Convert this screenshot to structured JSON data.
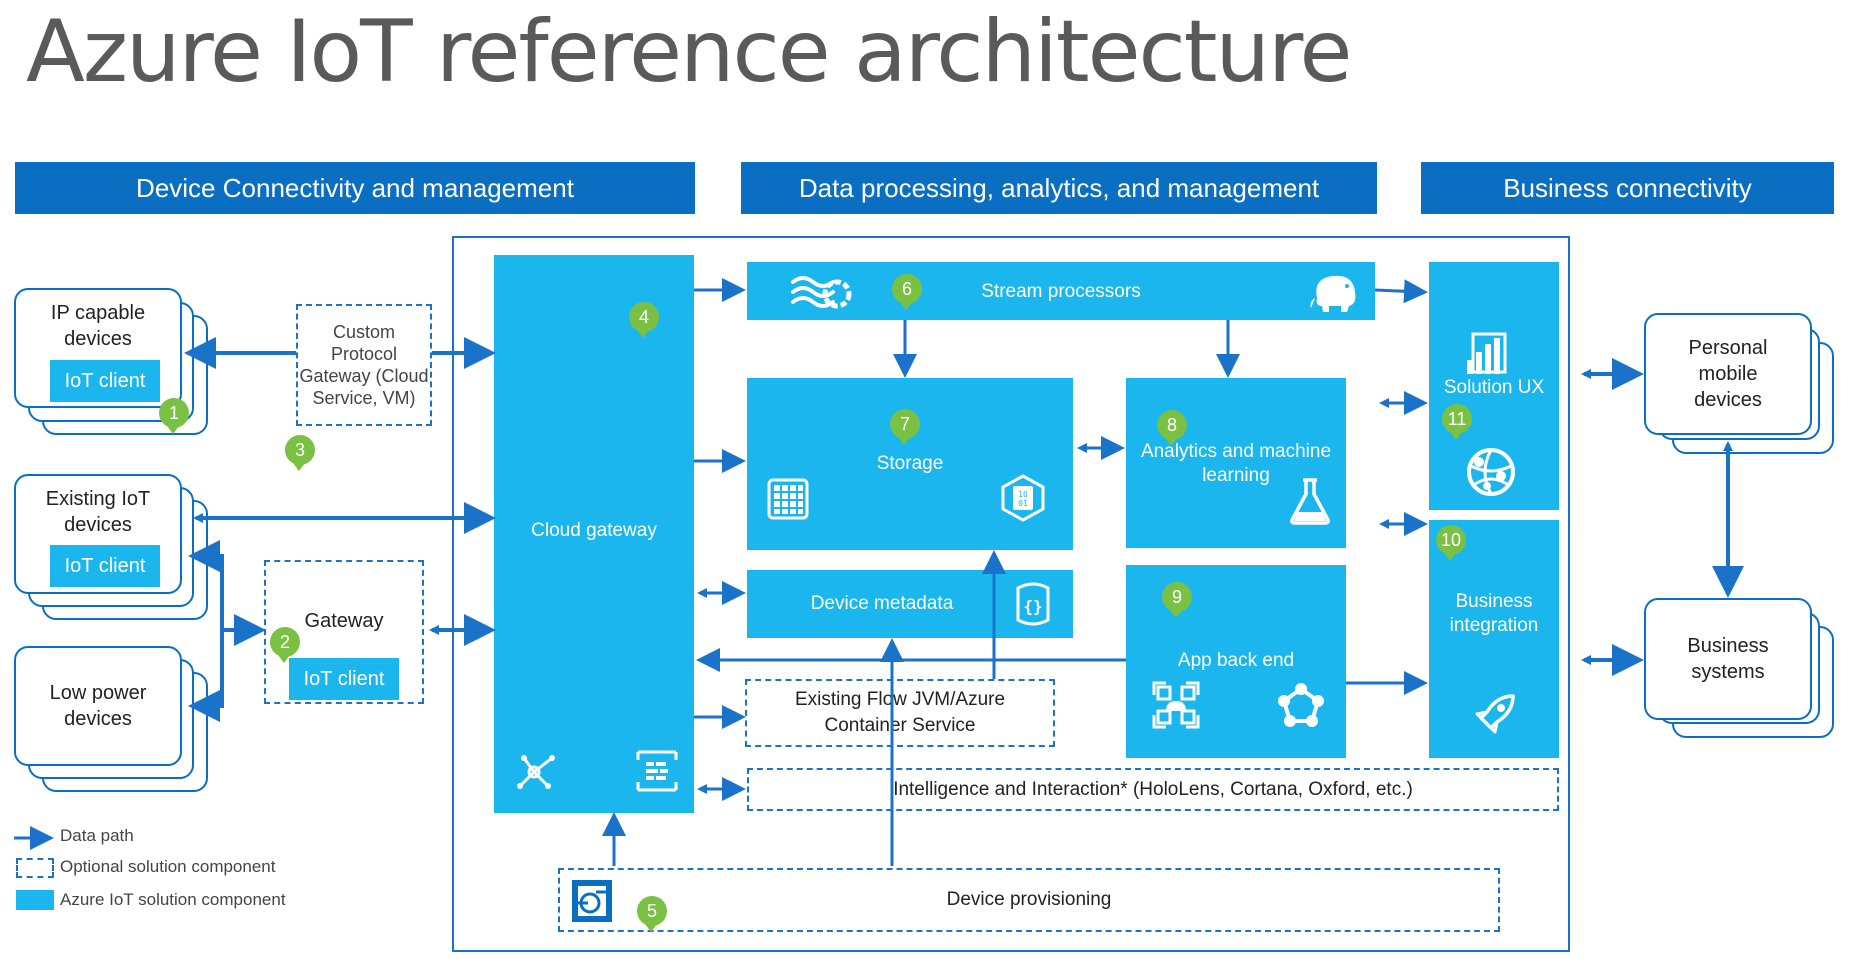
{
  "title": "Azure IoT reference architecture",
  "headers": {
    "device": "Device Connectivity and management",
    "data": "Data processing, analytics, and management",
    "business": "Business connectivity"
  },
  "devices": {
    "ip_capable": "IP capable devices",
    "existing_iot": "Existing IoT devices",
    "low_power": "Low power devices",
    "iot_client": "IoT client"
  },
  "custom_gateway": "Custom Protocol Gateway (Cloud Service, VM)",
  "gateway": {
    "label": "Gateway",
    "client": "IoT client"
  },
  "components": {
    "cloud_gateway": "Cloud gateway",
    "stream_processors": "Stream processors",
    "storage": "Storage",
    "analytics": "Analytics and machine learning",
    "device_metadata": "Device metadata",
    "app_back_end": "App back end",
    "existing_flow": "Existing Flow JVM/Azure Container Service",
    "intelligence": "Intelligence and Interaction* (HoloLens, Cortana, Oxford, etc.)",
    "device_provisioning": "Device provisioning",
    "solution_ux": "Solution UX",
    "business_integration": "Business integration"
  },
  "right": {
    "personal_mobile": "Personal mobile devices",
    "business_systems": "Business systems"
  },
  "badges": [
    "1",
    "2",
    "3",
    "4",
    "5",
    "6",
    "7",
    "8",
    "9",
    "10",
    "11"
  ],
  "legend": {
    "data_path": "Data path",
    "optional": "Optional solution component",
    "azure": "Azure IoT solution component"
  },
  "colors": {
    "header": "#0a6fc2",
    "component": "#1bb6ee",
    "badge": "#7ac143",
    "line": "#1a73c9"
  }
}
